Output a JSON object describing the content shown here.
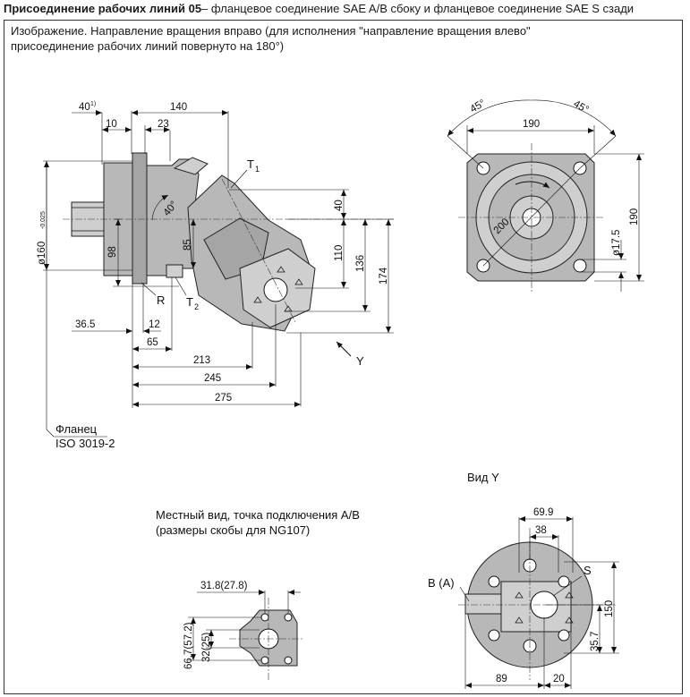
{
  "title": {
    "bold": "Присоединение рабочих линий 05",
    "rest": "– фланцевое соединение SAE A/B сбоку и фланцевое соединение SAE S сзади"
  },
  "caption": {
    "line1": "Изображение. Направление вращения вправо (для исполнения \"направление вращения влево\"",
    "line2": "присоединение рабочих линий повернуто на 180°)"
  },
  "side_view": {
    "dims": {
      "d40": "40",
      "d40_sup": "1)",
      "d140": "140",
      "d10": "10",
      "d23": "23",
      "angle40": "40°",
      "diameter": "ø160",
      "diameter_tol": "-0.025",
      "d98": "98",
      "d85": "85",
      "d40r": "40",
      "d110": "110",
      "d136": "136",
      "d174": "174",
      "d36_5": "36.5",
      "d12": "12",
      "d65": "65",
      "d213": "213",
      "d245": "245",
      "d275": "275"
    },
    "labels": {
      "t1": "T",
      "t1_sub": "1",
      "t2": "T",
      "t2_sub": "2",
      "r": "R",
      "y": "Y"
    },
    "flange_note": {
      "line1": "Фланец",
      "line2": "ISO 3019-2"
    }
  },
  "front_view": {
    "dims": {
      "angle_left": "45°",
      "angle_right": "45°",
      "width": "190",
      "height": "190",
      "bolt_circle": "200",
      "hole_dia": "ø17.5"
    }
  },
  "view_y": {
    "title": "Вид Y",
    "dims": {
      "d69_9": "69.9",
      "d38": "38",
      "d150": "150",
      "d35_7": "35.7",
      "d89": "89",
      "d20": "20"
    },
    "labels": {
      "s": "S",
      "ba": "B (A)"
    }
  },
  "local_view": {
    "title_line1": "Местный вид, точка подключения A/B",
    "title_line2": "(размеры скобы для NG107)",
    "dims": {
      "d31_8": "31.8(27.8)",
      "d66_7": "66.7(57.2)",
      "d32": "32(25)"
    }
  }
}
